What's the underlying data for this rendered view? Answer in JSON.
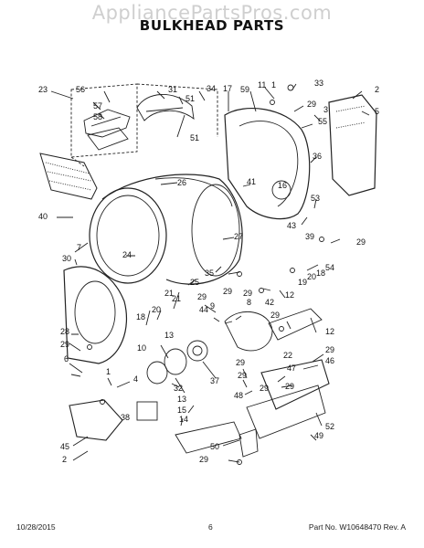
{
  "watermark": "AppliancePartsPros.com",
  "title": "BULKHEAD PARTS",
  "callouts": [
    "1",
    "2",
    "3",
    "4",
    "5",
    "6",
    "7",
    "8",
    "9",
    "10",
    "11",
    "12",
    "13",
    "14",
    "15",
    "16",
    "17",
    "18",
    "19",
    "20",
    "21",
    "22",
    "23",
    "24",
    "25",
    "26",
    "27",
    "28",
    "29",
    "30",
    "31",
    "32",
    "33",
    "34",
    "35",
    "36",
    "37",
    "38",
    "39",
    "40",
    "41",
    "42",
    "43",
    "44",
    "45",
    "46",
    "47",
    "48",
    "49",
    "50",
    "51",
    "52",
    "53",
    "54",
    "55",
    "56",
    "57",
    "58",
    "59"
  ],
  "footer": {
    "date": "10/28/2015",
    "page": "6",
    "part": "Part No. W10648470  Rev. A"
  }
}
